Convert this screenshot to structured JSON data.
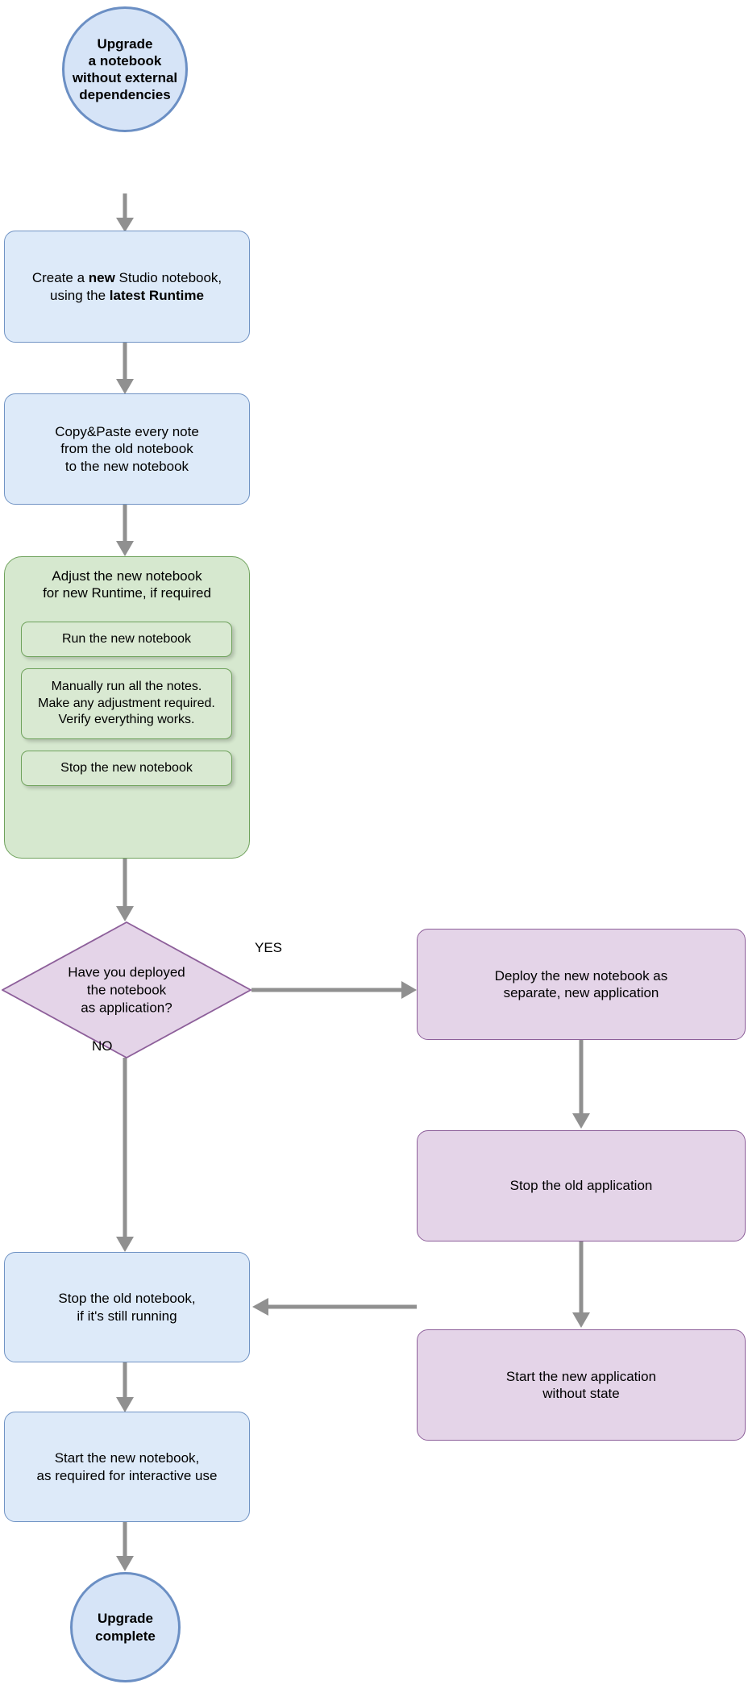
{
  "diagram": {
    "title": "Upgrade a notebook without external dependencies",
    "type": "flowchart",
    "colors": {
      "blue_fill": "#ddeaf9",
      "blue_stroke": "#7093c4",
      "circle_fill": "#d6e4f7",
      "circle_stroke": "#6b8fc4",
      "green_fill": "#d6e8cf",
      "green_sub_fill": "#d9e9d2",
      "green_stroke": "#6fa25c",
      "purple_fill": "#e4d4e8",
      "purple_stroke": "#8d5f9a",
      "edge_color": "#909090",
      "text_color": "#000000"
    }
  },
  "nodes": {
    "start": {
      "shape": "circle",
      "lines": [
        "Upgrade",
        "a notebook",
        "without external",
        "dependencies"
      ]
    },
    "create_notebook": {
      "shape": "rounded-rect",
      "segments": [
        {
          "text": "Create a ",
          "bold": false
        },
        {
          "text": "new",
          "bold": true
        },
        {
          "text": " Studio notebook,",
          "bold": false
        },
        {
          "text": "\n",
          "bold": false
        },
        {
          "text": "using the ",
          "bold": false
        },
        {
          "text": "latest Runtime",
          "bold": true
        }
      ]
    },
    "copy_paste": {
      "shape": "rounded-rect",
      "lines": [
        "Copy&Paste every note",
        "from the old notebook",
        "to the new notebook"
      ]
    },
    "adjust_group": {
      "shape": "container",
      "title_lines": [
        "Adjust the new notebook",
        "for new Runtime, if required"
      ],
      "children": [
        {
          "id": "run_new_notebook",
          "lines": [
            "Run the new notebook"
          ]
        },
        {
          "id": "manual_run",
          "lines": [
            "Manually run all the notes.",
            "Make any adjustment required.",
            "Verify everything works."
          ]
        },
        {
          "id": "stop_new_notebook",
          "lines": [
            "Stop the new notebook"
          ]
        }
      ]
    },
    "decision": {
      "shape": "diamond",
      "lines": [
        "Have you deployed",
        "the notebook",
        "as application?"
      ]
    },
    "deploy_new_app": {
      "shape": "rounded-rect",
      "lines": [
        "Deploy the new notebook as",
        "separate, new application"
      ]
    },
    "stop_old_app": {
      "shape": "rounded-rect",
      "lines": [
        "Stop the old application"
      ]
    },
    "start_new_app": {
      "shape": "rounded-rect",
      "lines": [
        "Start the new application",
        "without state"
      ]
    },
    "stop_old_notebook": {
      "shape": "rounded-rect",
      "lines": [
        "Stop the old notebook,",
        "if it's still running"
      ]
    },
    "start_new_notebook": {
      "shape": "rounded-rect",
      "lines": [
        "Start the new notebook,",
        "as required for interactive use"
      ]
    },
    "end": {
      "shape": "circle",
      "lines": [
        "Upgrade",
        "complete"
      ]
    }
  },
  "edge_labels": {
    "yes": "YES",
    "no": "NO"
  }
}
